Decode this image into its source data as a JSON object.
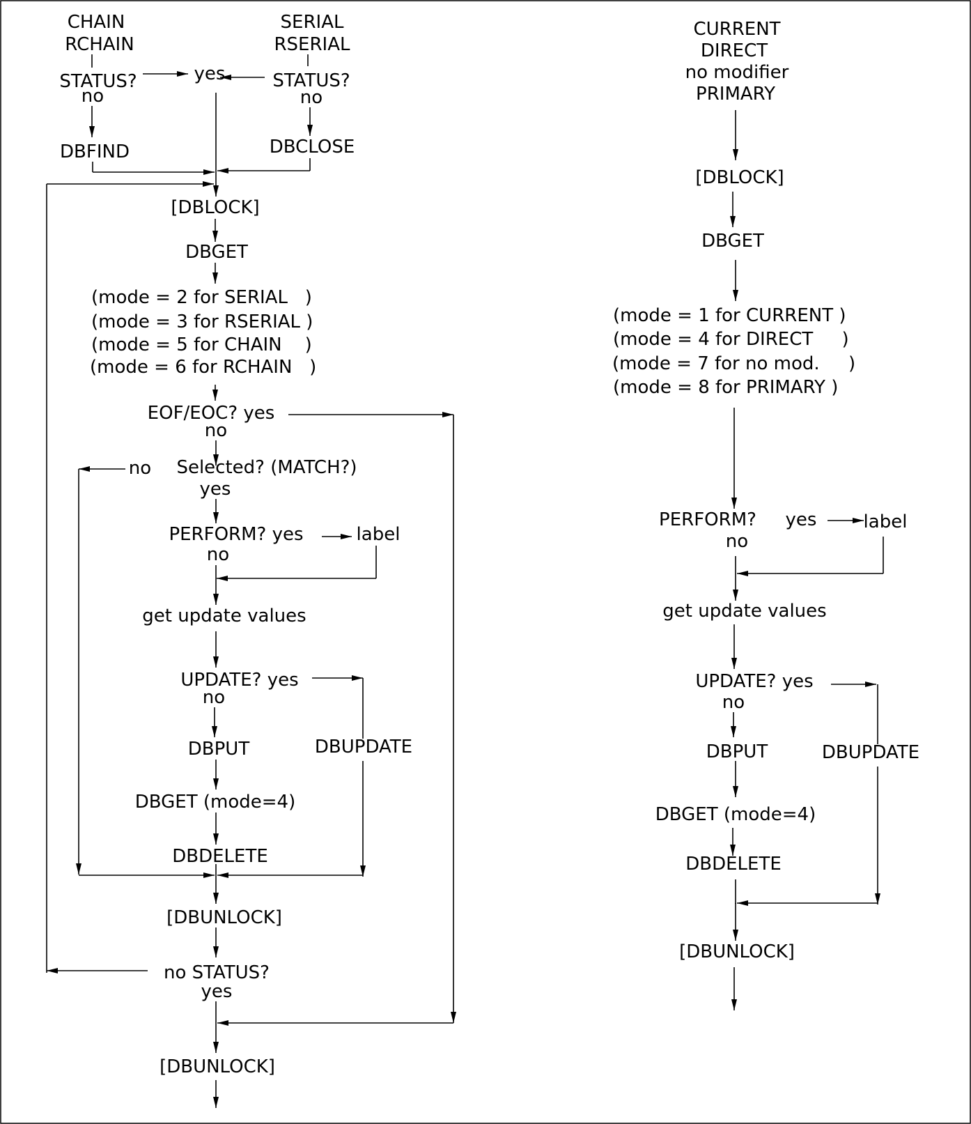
{
  "left": {
    "chain_top": "CHAIN",
    "chain_bottom": "RCHAIN",
    "serial_top": "SERIAL",
    "serial_bottom": "RSERIAL",
    "status_left": "STATUS?",
    "status_left_no": "no",
    "status_yes": "yes",
    "status_right": "STATUS?",
    "status_right_no": "no",
    "dbfind": "DBFIND",
    "dbclose": "DBCLOSE",
    "dblock": "[DBLOCK]",
    "dbget": "DBGET",
    "modes": [
      "(mode = 2 for SERIAL   )",
      "(mode = 3 for RSERIAL )",
      "(mode = 5 for CHAIN    )",
      "(mode = 6 for RCHAIN   )"
    ],
    "eof": "EOF/EOC? yes",
    "eof_no": "no",
    "selected_no": "no",
    "selected": "Selected? (MATCH?)",
    "selected_yes": "yes",
    "perform": "PERFORM? yes",
    "perform_label": "label",
    "perform_no": "no",
    "get_update": "get update values",
    "update": "UPDATE? yes",
    "update_no": "no",
    "dbput": "DBPUT",
    "dbupdate": "DBUPDATE",
    "dbget_mode4": "DBGET (mode=4)",
    "dbdelete": "DBDELETE",
    "dbunlock1": "[DBUNLOCK]",
    "status_loop": "no STATUS?",
    "status_loop_yes": "yes",
    "dbunlock2": "[DBUNLOCK]"
  },
  "right": {
    "entry": [
      "CURRENT",
      "DIRECT",
      "no modifier",
      "PRIMARY"
    ],
    "dblock": "[DBLOCK]",
    "dbget": "DBGET",
    "modes": [
      "(mode = 1 for CURRENT )",
      "(mode = 4 for DIRECT     )",
      "(mode = 7 for no mod.     )",
      "(mode = 8 for PRIMARY )"
    ],
    "perform": "PERFORM?",
    "perform_yes": "yes",
    "perform_label": "label",
    "perform_no": "no",
    "get_update": "get update values",
    "update": "UPDATE? yes",
    "update_no": "no",
    "dbput": "DBPUT",
    "dbupdate": "DBUPDATE",
    "dbget_mode4": "DBGET (mode=4)",
    "dbdelete": "DBDELETE",
    "dbunlock": "[DBUNLOCK]"
  }
}
